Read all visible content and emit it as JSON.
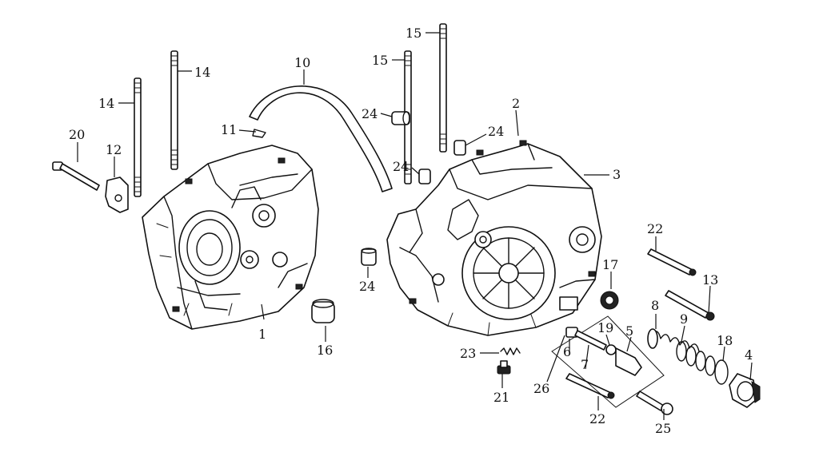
{
  "callouts": {
    "c1": "1",
    "c2": "2",
    "c3": "3",
    "c4": "4",
    "c5": "5",
    "c6": "6",
    "c7": "7",
    "c8": "8",
    "c9": "9",
    "c10": "10",
    "c11": "11",
    "c12": "12",
    "c13": "13",
    "c14a": "14",
    "c14b": "14",
    "c15a": "15",
    "c15b": "15",
    "c16": "16",
    "c17": "17",
    "c18": "18",
    "c19": "19",
    "c20": "20",
    "c21": "21",
    "c22a": "22",
    "c22b": "22",
    "c23": "23",
    "c24a": "24",
    "c24b": "24",
    "c24c": "24",
    "c24d": "24",
    "c25": "25",
    "c26": "26"
  }
}
